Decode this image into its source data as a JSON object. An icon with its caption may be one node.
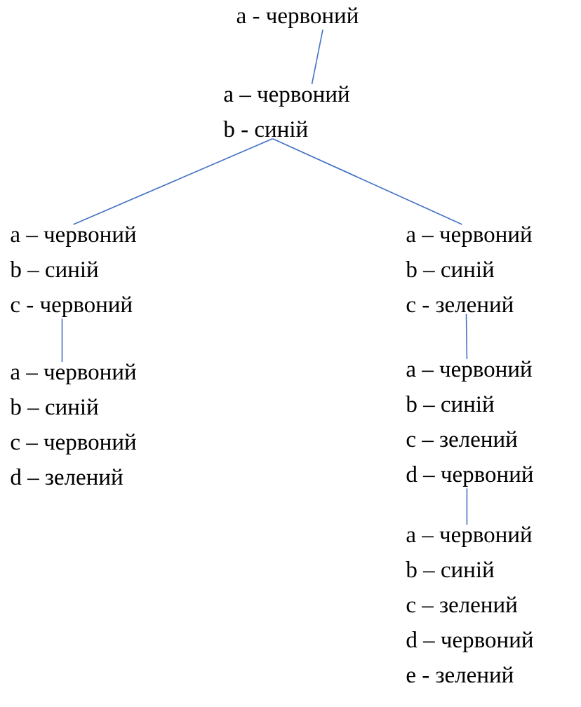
{
  "diagram": {
    "nodes": [
      {
        "text": [
          "a - червоний"
        ]
      },
      {
        "text": [
          "a – червоний",
          "b - синій"
        ]
      },
      {
        "text": [
          "a – червоний",
          "b – синій",
          "c - червоний"
        ]
      },
      {
        "text": [
          "a – червоний",
          "b – синій",
          "c – червоний",
          "d – зелений"
        ]
      },
      {
        "text": [
          "a – червоний",
          "b – синій",
          "c - зелений"
        ]
      },
      {
        "text": [
          "a – червоний",
          "b – синій",
          "c – зелений",
          "d – червоний"
        ]
      },
      {
        "text": [
          "a – червоний",
          "b – синій",
          "c – зелений",
          "d – червоний",
          "e - зелений"
        ]
      }
    ],
    "edges": [
      {
        "from": 0,
        "to": 1,
        "arrow": "none"
      },
      {
        "from": 1,
        "to": 2,
        "arrow": "none"
      },
      {
        "from": 1,
        "to": 4,
        "arrow": "none"
      },
      {
        "from": 2,
        "to": 3,
        "arrow": "none"
      },
      {
        "from": 4,
        "to": 5,
        "arrow": "none"
      },
      {
        "from": 5,
        "to": 6,
        "arrow": "none"
      }
    ]
  }
}
